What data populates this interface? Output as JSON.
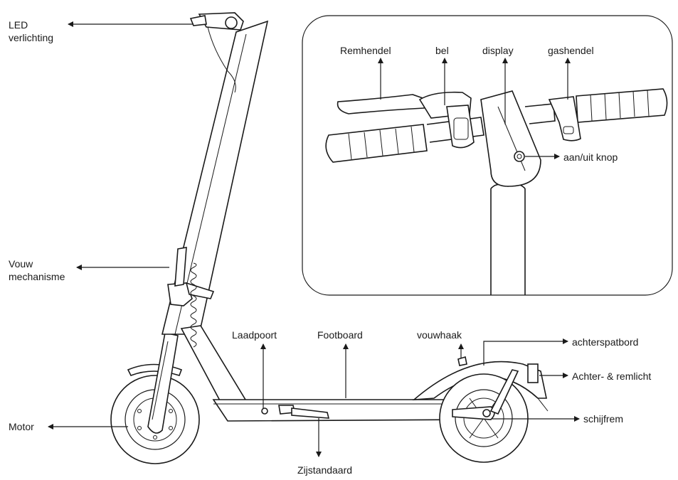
{
  "labels": {
    "led_line1": "LED",
    "led_line2": "verlichting",
    "fold_line1": "Vouw",
    "fold_line2": "mechanisme",
    "motor": "Motor",
    "charge_port": "Laadpoort",
    "footboard": "Footboard",
    "kickstand": "Zijstandaard",
    "fold_hook": "vouwhaak",
    "rear_fender": "achterspatbord",
    "rear_light": "Achter- & remlicht",
    "disc_brake": "schijfrem",
    "brake_lever": "Remhendel",
    "bell": "bel",
    "display": "display",
    "throttle": "gashendel",
    "power_button": "aan/uit knop"
  },
  "colors": {
    "line": "#1a1a1a",
    "background": "#ffffff"
  }
}
